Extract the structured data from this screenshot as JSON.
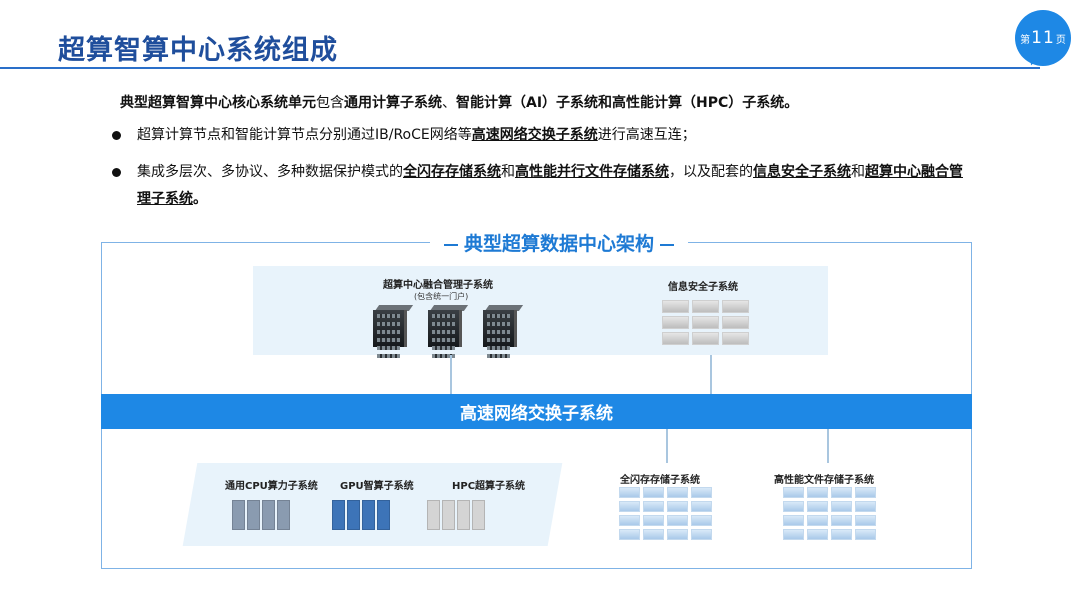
{
  "header": {
    "title": "超算智算中心系统组成",
    "badge_prefix": "第",
    "badge_number": "11",
    "badge_suffix": "页"
  },
  "lead": {
    "p1": "典型超算智算中心核心系统单元",
    "p2": "包含",
    "p3": "通用计算子系统",
    "p4": "、",
    "p5": "智能计算（AI）子系统和高性能计算（HPC）子系统",
    "p6": "。"
  },
  "bullets": [
    {
      "p1": "超算计算节点和智能计算节点分别通过IB/RoCE网络等",
      "p2": "高速网络交换子系统",
      "p3": "进行高速互连；"
    },
    {
      "p1": "集成多层次、多协议、多种数据保护模式的",
      "p2": "全闪存存储系统",
      "p3": "和",
      "p4": "高性能并行文件存储系统",
      "p5": "，以及配套的",
      "p6": "信息安全子系统",
      "p7": "和",
      "p8": "超算中心融合管理子系统",
      "p9": "。"
    }
  ],
  "diagram": {
    "title": "典型超算数据中心架构",
    "mgmt_label": "超算中心融合管理子系统",
    "mgmt_sub": "(包含统一门户)",
    "security_label": "信息安全子系统",
    "network_label": "高速网络交换子系统",
    "cpu_label": "通用CPU算力子系统",
    "gpu_label": "GPU智算子系统",
    "hpc_label": "HPC超算子系统",
    "flash_label": "全闪存存储子系统",
    "pfs_label": "高性能文件存储子系统",
    "colors": {
      "cpu": "#8a9bb0",
      "gpu": "#3d74b8",
      "hpc": "#cfcfcf",
      "network": "#1e88e5"
    }
  }
}
